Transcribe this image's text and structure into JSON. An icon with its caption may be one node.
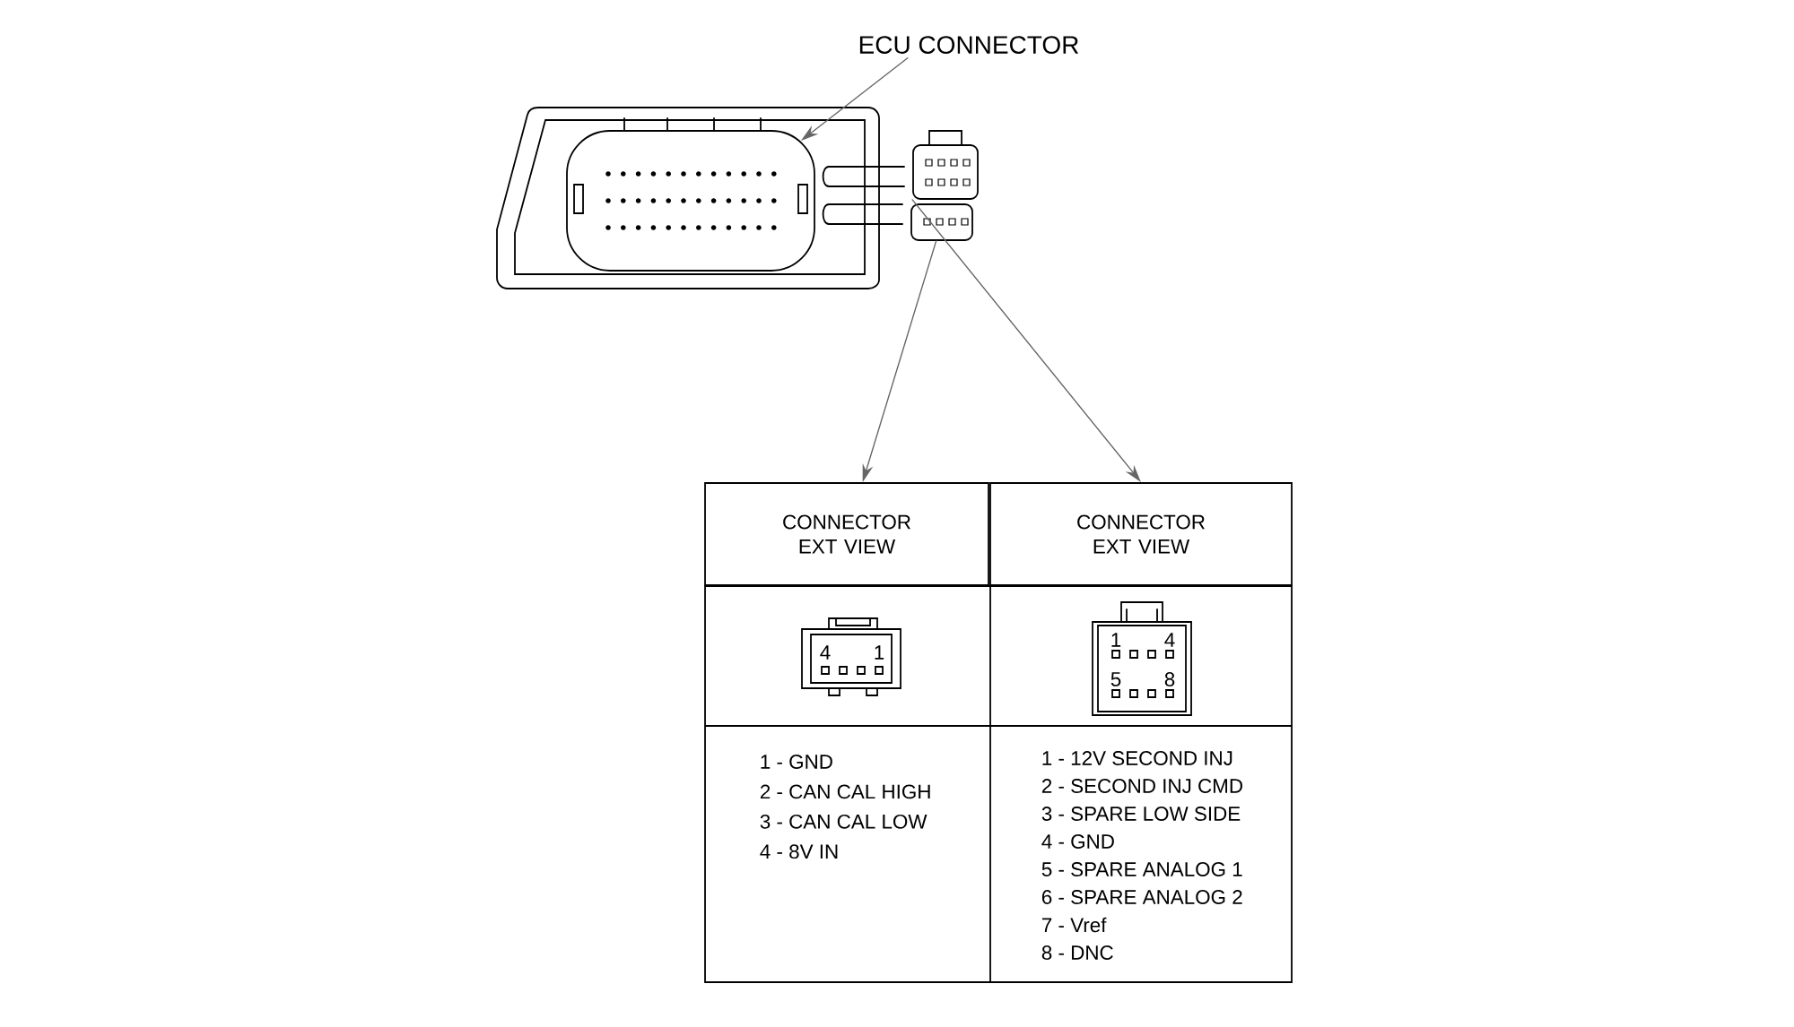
{
  "diagram": {
    "nodes": [
      {
        "text": [
          "ECU CONNECTOR"
        ]
      },
      {
        "text": [],
        "shape": "picture"
      },
      {
        "text": [],
        "shape": "picture"
      },
      {
        "text": [],
        "shape": "picture"
      },
      {
        "text": [
          "CONNECTOR EXT VIEW"
        ]
      },
      {
        "text": [
          "CONNECTOR EXT VIEW"
        ]
      }
    ],
    "edges": [
      {
        "from": 0,
        "to": 1,
        "arrow": "to"
      },
      {
        "from": 2,
        "to": 4,
        "arrow": "to"
      },
      {
        "from": 3,
        "to": 5,
        "arrow": "to"
      }
    ],
    "labels": [
      "4",
      "1",
      "1",
      "4",
      "5",
      "8",
      "1 - GND",
      "2 - CAN CAL HIGH",
      "3 - CAN CAL LOW",
      "4 - 8V IN",
      "1 - 12V SECOND INJ",
      "2 - SECOND INJ CMD",
      "3 - SPARE LOW SIDE",
      "4 - GND",
      "5 - SPARE ANALOG 1",
      "6 - SPARE ANALOG 2",
      "7 - Vref",
      "8 - DNC"
    ]
  }
}
